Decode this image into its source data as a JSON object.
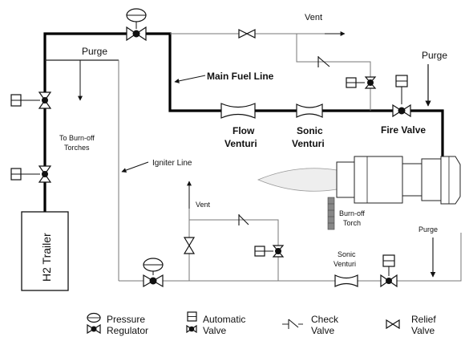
{
  "labels": {
    "vent_top": "Vent",
    "purge_left": "Purge",
    "main_fuel_line": "Main Fuel Line",
    "purge_right": "Purge",
    "to_burnoff_line1": "To Burn-off",
    "to_burnoff_line2": "Torches",
    "igniter_line": "Igniter Line",
    "flow_venturi_line1": "Flow",
    "flow_venturi_line2": "Venturi",
    "sonic_venturi_line1": "Sonic",
    "sonic_venturi_line2": "Venturi",
    "fire_valve": "Fire Valve",
    "h2_trailer": "H2 Trailer",
    "vent_lower": "Vent",
    "burnoff_torch_line1": "Burn-off",
    "burnoff_torch_line2": "Torch",
    "purge_lower": "Purge",
    "sonic_venturi_lower_line1": "Sonic",
    "sonic_venturi_lower_line2": "Venturi"
  },
  "legend": {
    "pressure_regulator_line1": "Pressure",
    "pressure_regulator_line2": "Regulator",
    "automatic_valve_line1": "Automatic",
    "automatic_valve_line2": "Valve",
    "check_valve_line1": "Check",
    "check_valve_line2": "Valve",
    "relief_valve_line1": "Relief",
    "relief_valve_line2": "Valve"
  }
}
